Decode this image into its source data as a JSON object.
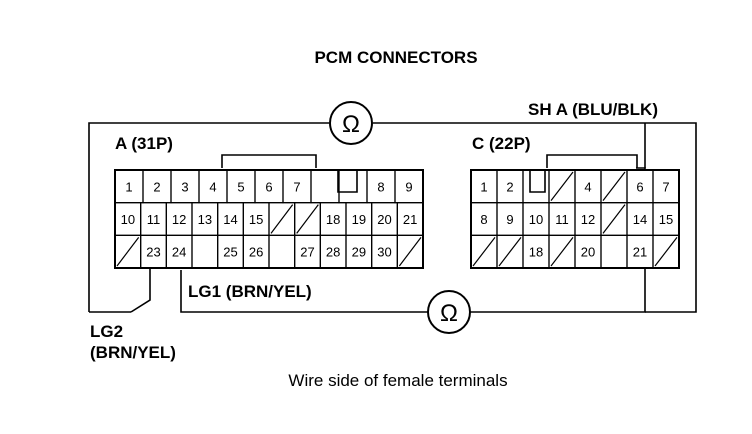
{
  "title": "PCM CONNECTORS",
  "caption": "Wire side of female terminals",
  "ohm_symbol": "Ω",
  "labels": {
    "sh_a": "SH A (BLU/BLK)",
    "lg1": "LG1 (BRN/YEL)",
    "lg2_line1": "LG2",
    "lg2_line2": "(BRN/YEL)"
  },
  "connector_a": {
    "name": "A (31P)",
    "rows": [
      [
        "1",
        "2",
        "3",
        "4",
        "5",
        "6",
        "7",
        "",
        "",
        "8",
        "9"
      ],
      [
        "10",
        "11",
        "12",
        "13",
        "14",
        "15",
        "/",
        "/",
        "18",
        "19",
        "20",
        "21"
      ],
      [
        "/",
        "23",
        "24",
        "",
        "25",
        "26",
        "",
        "27",
        "28",
        "29",
        "30",
        "/"
      ]
    ]
  },
  "connector_c": {
    "name": "C (22P)",
    "rows": [
      [
        "1",
        "2",
        "",
        "/",
        "4",
        "/",
        "6",
        "7"
      ],
      [
        "8",
        "9",
        "10",
        "11",
        "12",
        "/",
        "14",
        "15"
      ],
      [
        "/",
        "/",
        "18",
        "/",
        "20",
        "",
        "21",
        "/"
      ]
    ]
  }
}
